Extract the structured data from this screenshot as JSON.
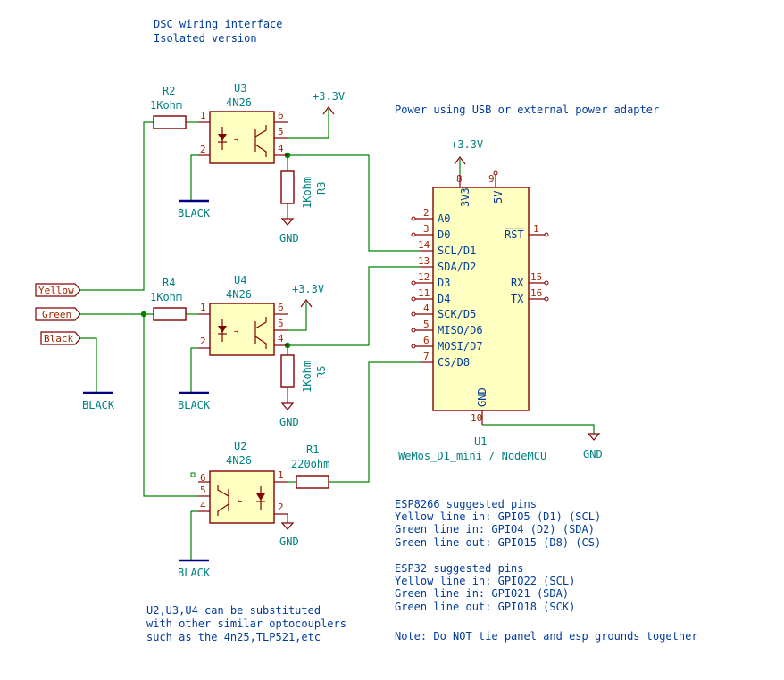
{
  "title_notes": [
    "DSC wiring interface",
    "Isolated version"
  ],
  "power_note": "Power using USB or external power adapter",
  "net_labels": {
    "yellow": "Yellow",
    "green": "Green",
    "black": "Black"
  },
  "power": {
    "v33": "+3.3V",
    "gnd": "GND",
    "black": "BLACK"
  },
  "U3": {
    "ref": "U3",
    "value": "4N26",
    "pins": [
      "1",
      "2",
      "6",
      "5",
      "4"
    ]
  },
  "U4": {
    "ref": "U4",
    "value": "4N26",
    "pins": [
      "1",
      "2",
      "6",
      "5",
      "4"
    ]
  },
  "U2": {
    "ref": "U2",
    "value": "4N26",
    "pins": [
      "6",
      "5",
      "4",
      "1",
      "2"
    ]
  },
  "R2": {
    "ref": "R2",
    "value": "1Kohm"
  },
  "R4": {
    "ref": "R4",
    "value": "1Kohm"
  },
  "R3": {
    "ref": "R3",
    "value": "1Kohm"
  },
  "R5": {
    "ref": "R5",
    "value": "1Kohm"
  },
  "R1": {
    "ref": "R1",
    "value": "220ohm"
  },
  "U1": {
    "ref": "U1",
    "value": "WeMos_D1_mini / NodeMCU",
    "top_pins": [
      {
        "num": "8",
        "name": "3V3"
      },
      {
        "num": "9",
        "name": "5V"
      }
    ],
    "left_pins": [
      {
        "num": "2",
        "name": "A0"
      },
      {
        "num": "3",
        "name": "D0"
      },
      {
        "num": "14",
        "name": "SCL/D1"
      },
      {
        "num": "13",
        "name": "SDA/D2"
      },
      {
        "num": "12",
        "name": "D3"
      },
      {
        "num": "11",
        "name": "D4"
      },
      {
        "num": "4",
        "name": "SCK/D5"
      },
      {
        "num": "5",
        "name": "MISO/D6"
      },
      {
        "num": "6",
        "name": "MOSI/D7"
      },
      {
        "num": "7",
        "name": "CS/D8"
      }
    ],
    "right_pins": [
      {
        "num": "1",
        "name": "RST"
      },
      {
        "num": "15",
        "name": "RX"
      },
      {
        "num": "16",
        "name": "TX"
      }
    ],
    "bottom_pin": {
      "num": "10",
      "name": "GND"
    }
  },
  "esp8266_notes": [
    "ESP8266 suggested pins",
    "Yellow line in: GPIO5 (D1) (SCL)",
    "Green line in: GPIO4 (D2) (SDA)",
    "Green line out: GPIO15 (D8) (CS)"
  ],
  "esp32_notes": [
    "ESP32 suggested pins",
    "Yellow line in: GPIO22 (SCL)",
    "Green line in: GPIO21 (SDA)",
    "Green line out: GPIO18 (SCK)"
  ],
  "subst_notes": [
    "U2,U3,U4 can be substituted",
    "with other similar optocouplers",
    "such as the 4n25,TLP521,etc"
  ],
  "ground_note": "Note: Do NOT tie panel and esp grounds together"
}
